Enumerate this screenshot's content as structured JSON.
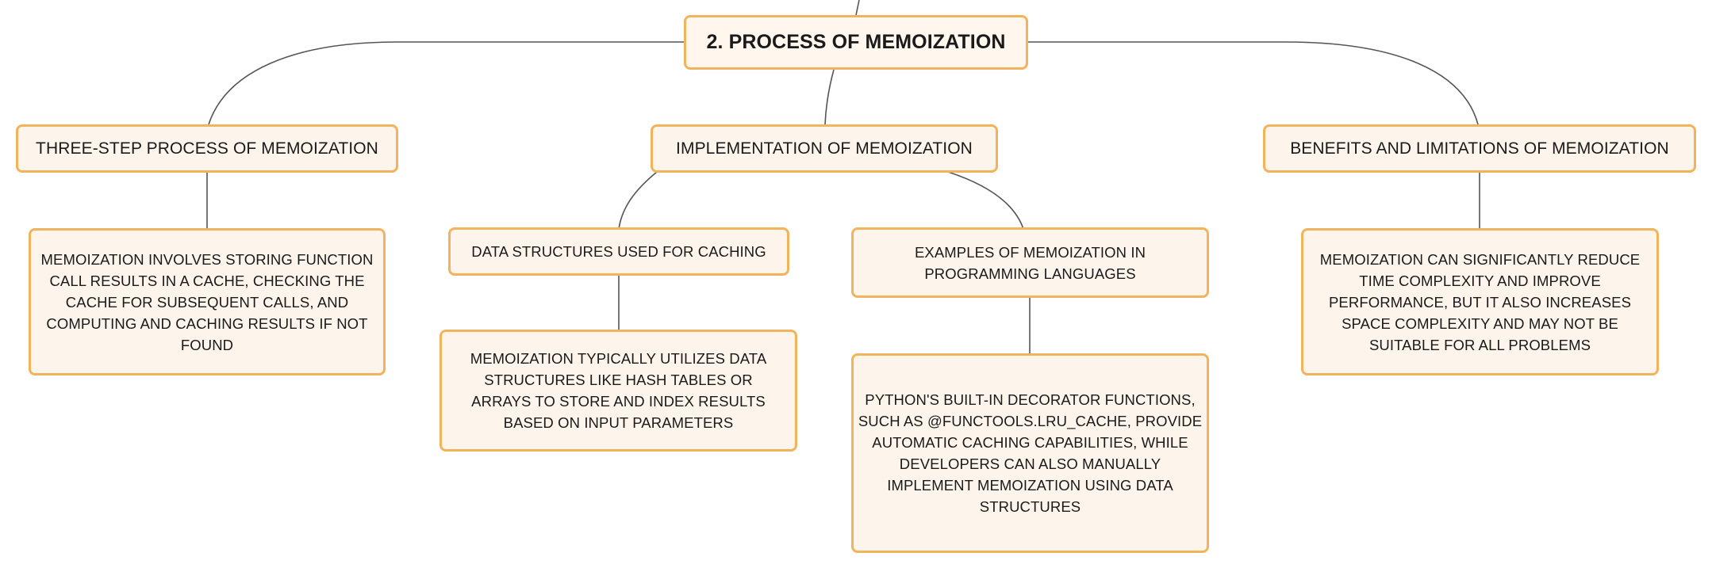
{
  "root": {
    "label": "2. PROCESS OF MEMOIZATION"
  },
  "branches": {
    "three_step": {
      "label": "THREE-STEP PROCESS OF MEMOIZATION",
      "detail": "MEMOIZATION INVOLVES STORING FUNCTION CALL RESULTS IN A CACHE, CHECKING THE CACHE FOR SUBSEQUENT CALLS, AND COMPUTING AND CACHING RESULTS IF NOT FOUND"
    },
    "implementation": {
      "label": "IMPLEMENTATION OF MEMOIZATION",
      "data_structures": {
        "label": "DATA STRUCTURES USED FOR CACHING",
        "detail": "MEMOIZATION TYPICALLY UTILIZES DATA STRUCTURES LIKE HASH TABLES OR ARRAYS TO STORE AND INDEX RESULTS BASED ON INPUT PARAMETERS"
      },
      "examples": {
        "label": "EXAMPLES OF MEMOIZATION IN PROGRAMMING LANGUAGES",
        "detail": "PYTHON'S BUILT-IN DECORATOR FUNCTIONS, SUCH AS @FUNCTOOLS.LRU_CACHE, PROVIDE AUTOMATIC CACHING CAPABILITIES, WHILE DEVELOPERS CAN ALSO MANUALLY IMPLEMENT MEMOIZATION USING DATA STRUCTURES"
      }
    },
    "benefits": {
      "label": "BENEFITS AND LIMITATIONS OF MEMOIZATION",
      "detail": "MEMOIZATION CAN SIGNIFICANTLY REDUCE TIME COMPLEXITY AND IMPROVE PERFORMANCE, BUT IT ALSO INCREASES SPACE COMPLEXITY AND MAY NOT BE SUITABLE FOR ALL PROBLEMS"
    }
  },
  "colors": {
    "node_border": "#f2b35d",
    "node_fill": "#fdf5ec",
    "connector": "#555555"
  }
}
